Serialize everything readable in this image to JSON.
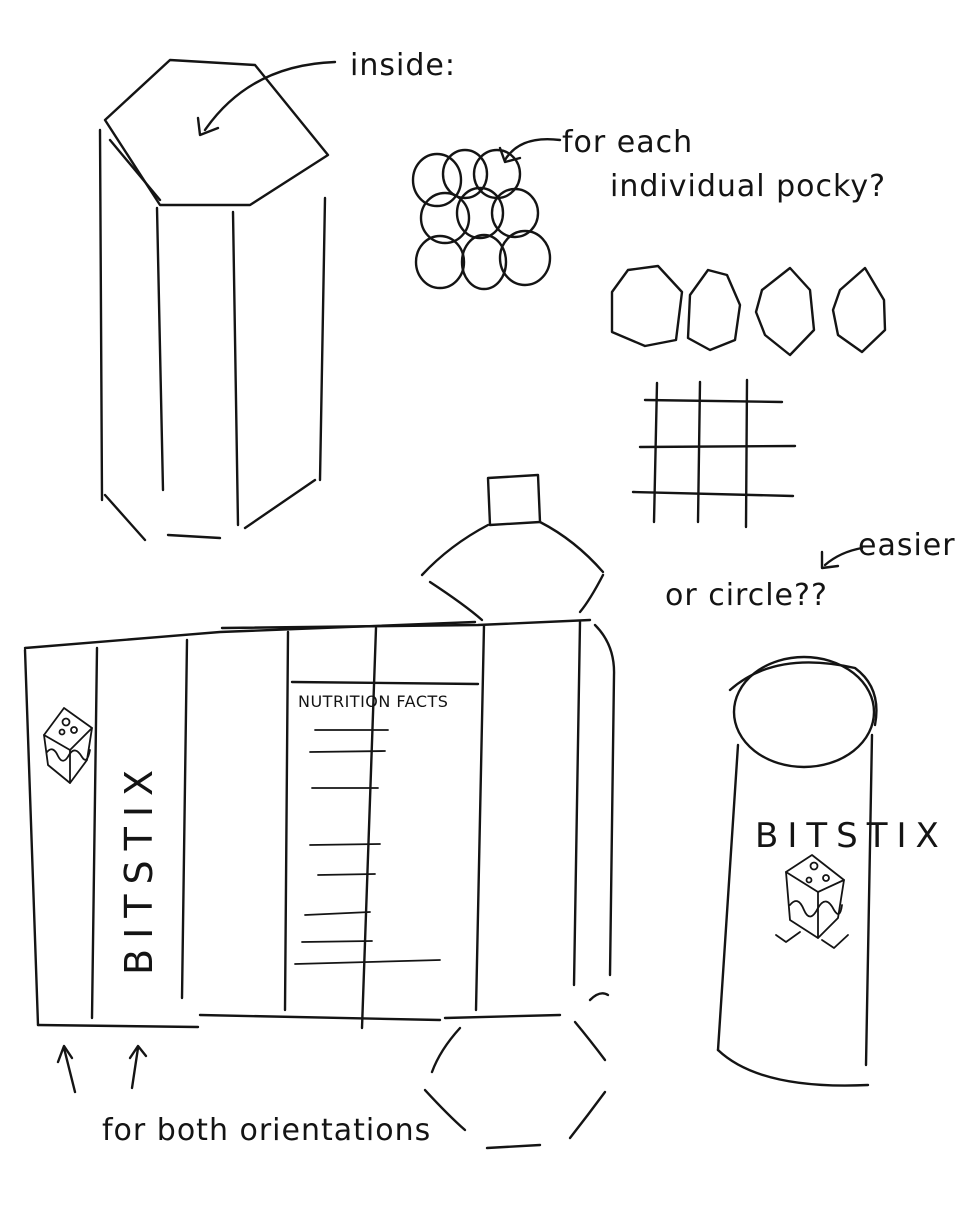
{
  "notes": {
    "inside": "inside:",
    "for_each_line1": "for each",
    "for_each_line2": "individual pocky?",
    "easier": "easier",
    "or_circle": "or circle??",
    "both_orientations": "for both orientations"
  },
  "box_net": {
    "brand": "BITSTIX",
    "nutrition_title": "NUTRITION FACTS"
  },
  "cylinder": {
    "brand": "BITSTIX"
  }
}
